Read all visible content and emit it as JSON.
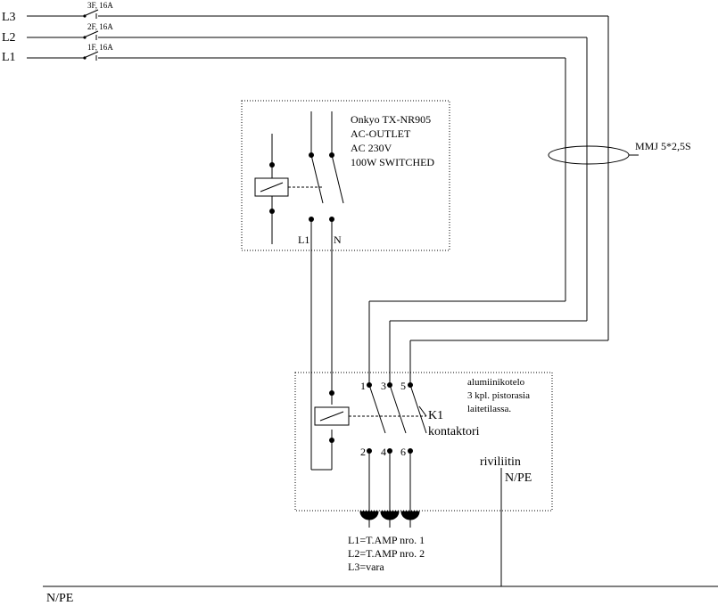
{
  "lines": {
    "l3": "L3",
    "l2": "L2",
    "l1": "L1",
    "npe_bottom": "N/PE"
  },
  "breakers": {
    "b3": "3F, 16A",
    "b2": "2F, 16A",
    "b1": "1F, 16A"
  },
  "cable": "MMJ 5*2,5S",
  "receiver_box": {
    "line1": "Onkyo TX-NR905",
    "line2": "AC-OUTLET",
    "line3": "AC 230V",
    "line4": "100W SWITCHED",
    "term_l1": "L1",
    "term_n": "N"
  },
  "contactor_box": {
    "note1": "alumiinikotelo",
    "note2": "3 kpl. pistorasia",
    "note3": "laitetilassa.",
    "k1": "K1",
    "k1_name": "kontaktori",
    "t1": "1",
    "t3": "3",
    "t5": "5",
    "t2": "2",
    "t4": "4",
    "t6": "6",
    "terminal_block": "riviliitin",
    "terminal_block_npe": "N/PE"
  },
  "outlets": {
    "o1": "L1=T.AMP nro. 1",
    "o2": "L2=T.AMP nro. 2",
    "o3": "L3=vara"
  }
}
